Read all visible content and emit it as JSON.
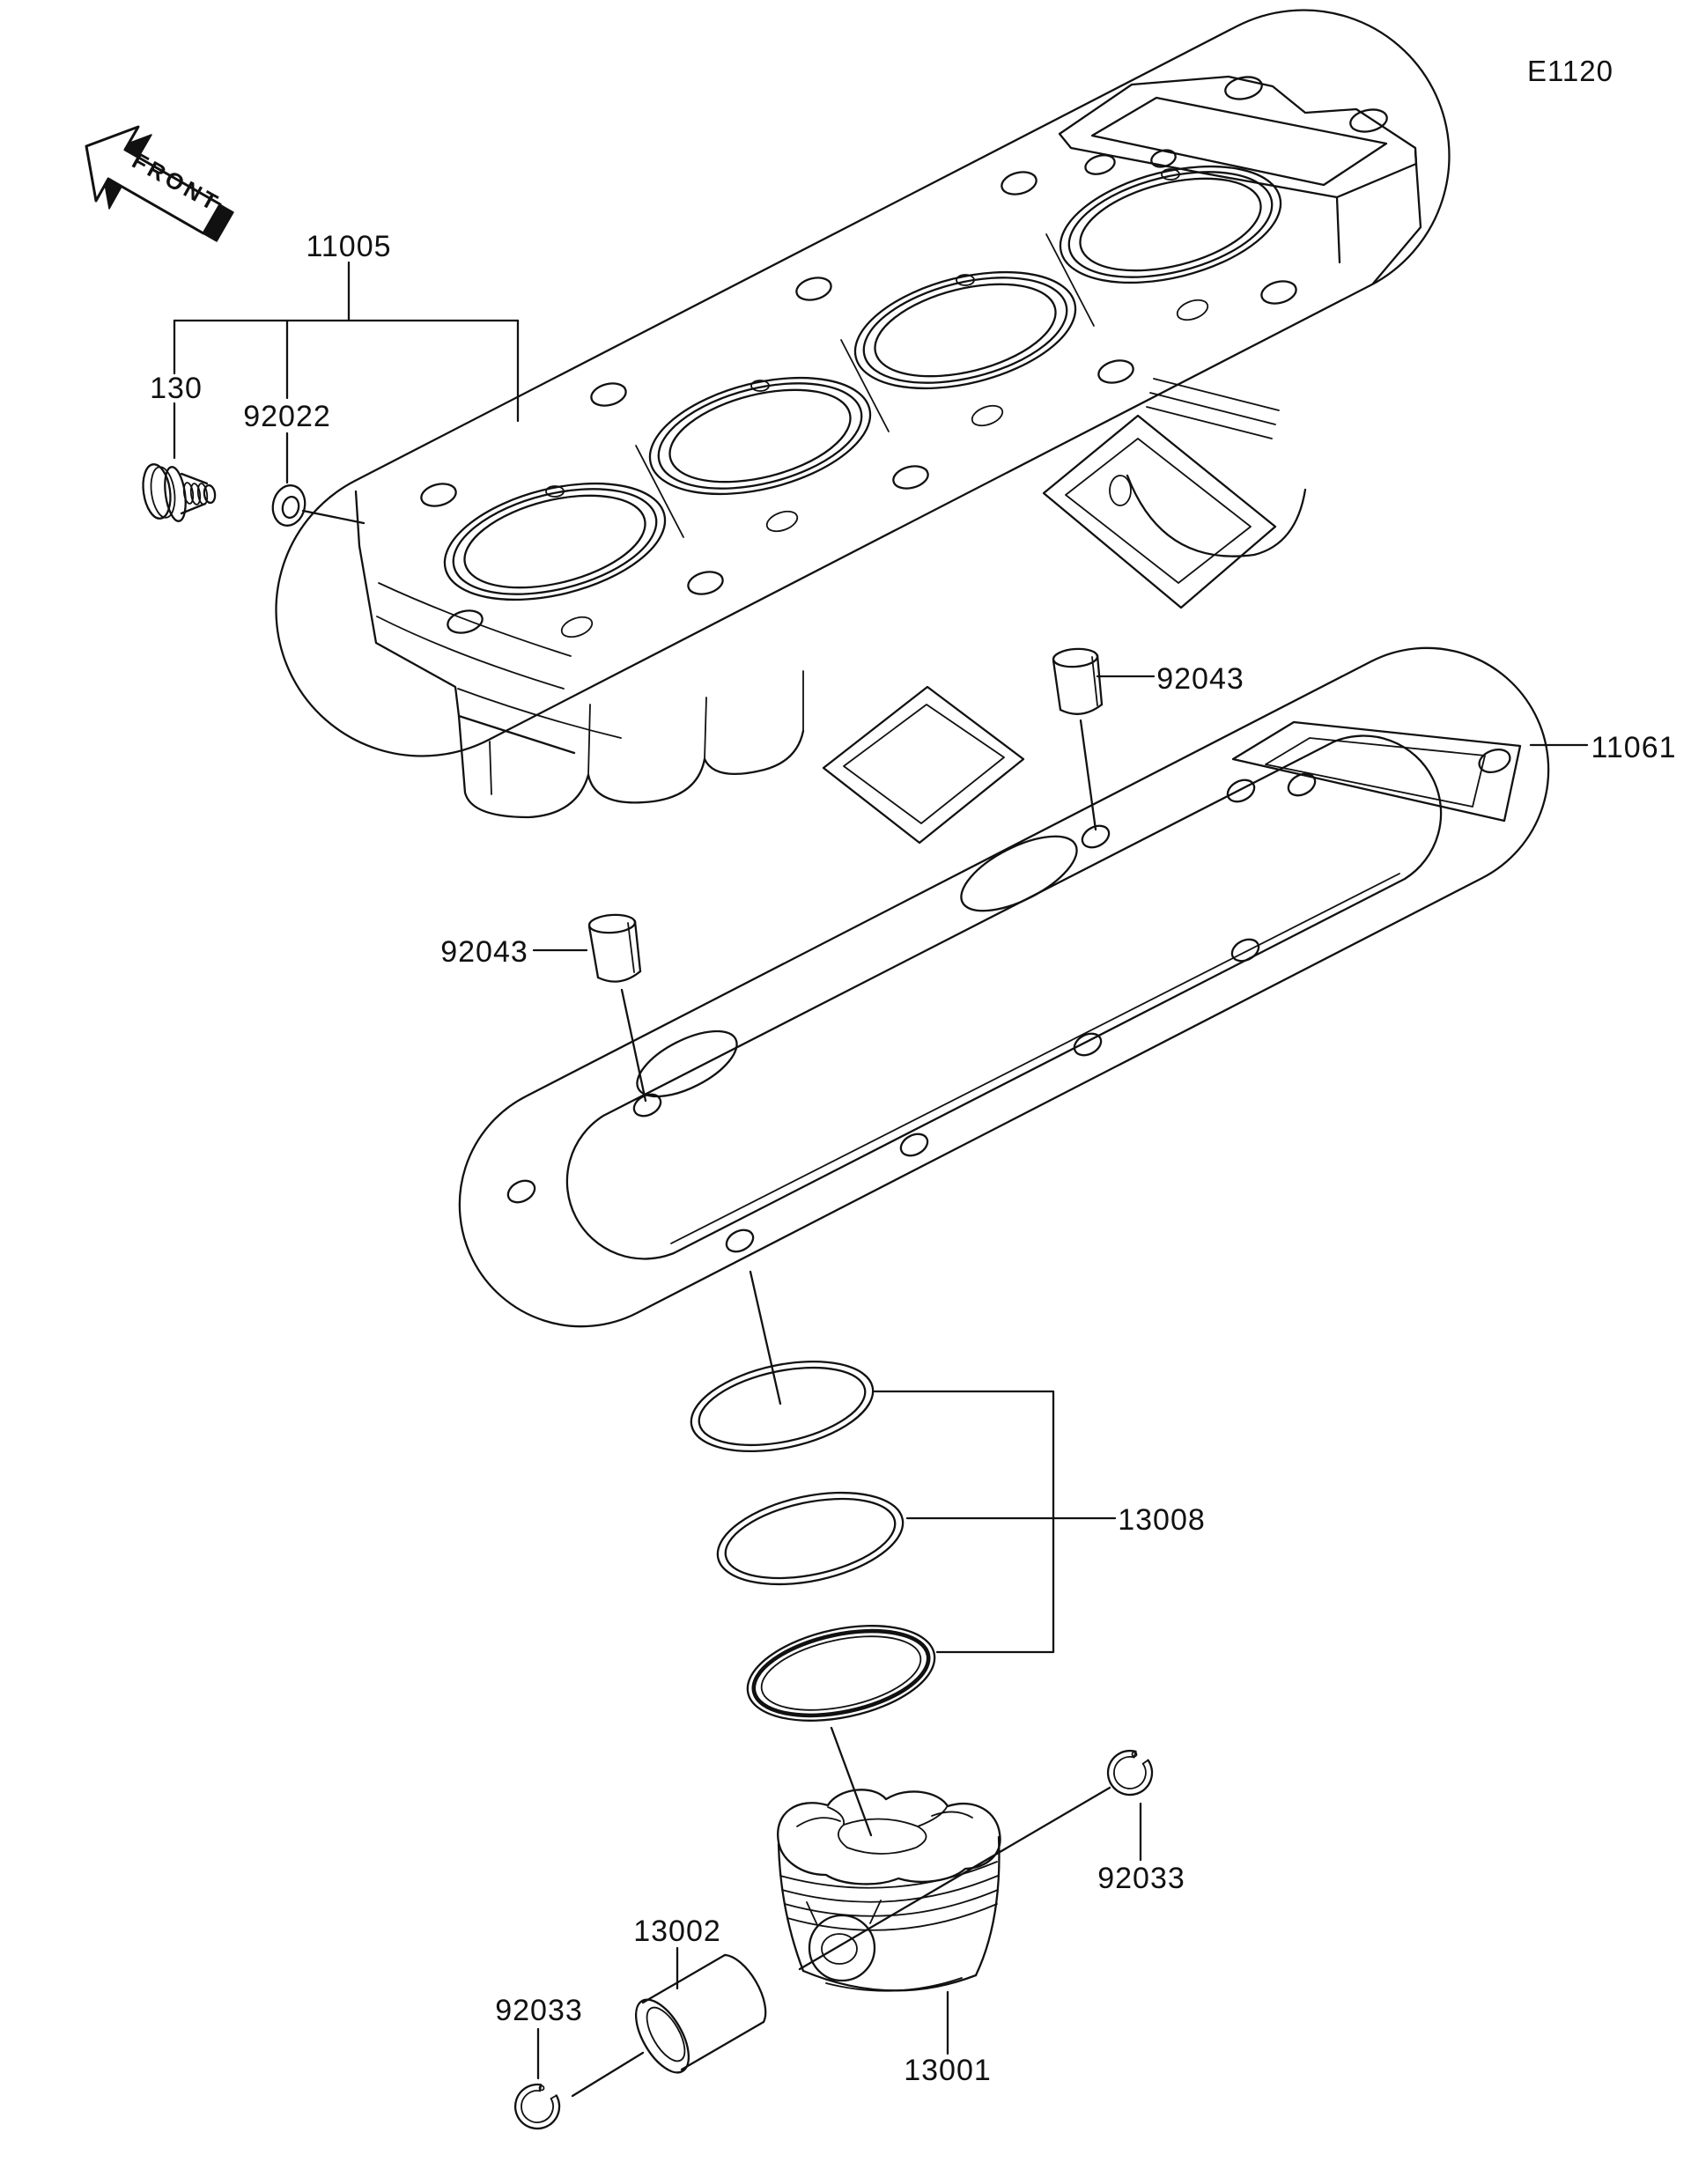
{
  "page": {
    "background": "#ffffff",
    "ink": "#111111"
  },
  "header": {
    "diagram_code": "E1120"
  },
  "orientation": {
    "front_label": "FRONT"
  },
  "parts": {
    "cylinder": {
      "ref": "11005"
    },
    "bolt": {
      "ref": "130"
    },
    "washer": {
      "ref": "92022"
    },
    "dowel_pin_upper": {
      "ref": "92043"
    },
    "base_gasket": {
      "ref": "11061"
    },
    "dowel_pin_lower": {
      "ref": "92043"
    },
    "piston_ring_set": {
      "ref": "13008"
    },
    "circlip_right": {
      "ref": "92033"
    },
    "piston_pin": {
      "ref": "13002"
    },
    "circlip_left": {
      "ref": "92033"
    },
    "piston": {
      "ref": "13001"
    }
  }
}
